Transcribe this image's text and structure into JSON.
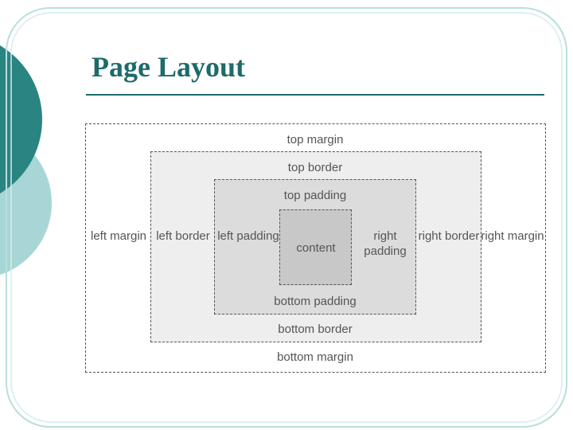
{
  "slide": {
    "title": "Page Layout"
  },
  "colors": {
    "title": "#1e6b6b",
    "circle_dark": "#2a8482",
    "circle_light": "#a8d6d6",
    "frame": "#b9dede"
  },
  "diagram": {
    "top_margin": "top margin",
    "top_border": "top border",
    "top_padding": "top padding",
    "content": "content",
    "bottom_padding": "bottom padding",
    "bottom_border": "bottom border",
    "bottom_margin": "bottom margin",
    "left_margin": "left margin",
    "left_border": "left border",
    "left_padding": "left padding",
    "right_padding": "right padding",
    "right_border": "right border",
    "right_margin": "right margin"
  }
}
